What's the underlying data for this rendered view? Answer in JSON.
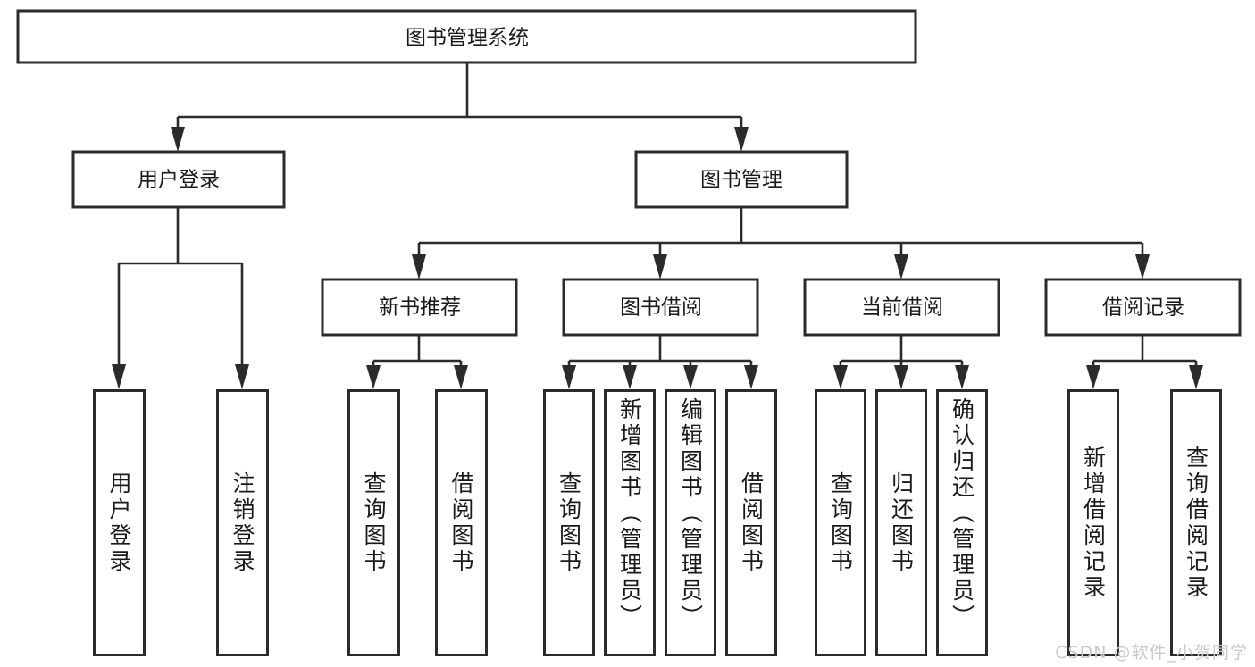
{
  "diagram": {
    "type": "tree",
    "title": "图书管理系统",
    "watermark": "CSDN @软件_小贺同学",
    "colors": {
      "stroke": "#2b2b2b",
      "fill": "#ffffff",
      "text": "#1a1a1a",
      "watermark": "#c9c9c9"
    },
    "root": {
      "label": "图书管理系统"
    },
    "level2": [
      {
        "label": "用户登录"
      },
      {
        "label": "图书管理"
      }
    ],
    "level3": [
      {
        "label": "新书推荐"
      },
      {
        "label": "图书借阅"
      },
      {
        "label": "当前借阅"
      },
      {
        "label": "借阅记录"
      }
    ],
    "leaves": {
      "user_login": [
        {
          "label": "用户登录"
        },
        {
          "label": "注销登录"
        }
      ],
      "new_book": [
        {
          "label": "查询图书"
        },
        {
          "label": "借阅图书"
        }
      ],
      "book_borrow": [
        {
          "label": "查询图书"
        },
        {
          "label": "新增图书（管理员）"
        },
        {
          "label": "编辑图书（管理员）"
        },
        {
          "label": "借阅图书"
        }
      ],
      "current_borrow": [
        {
          "label": "查询图书"
        },
        {
          "label": "归还图书"
        },
        {
          "label": "确认归还（管理员）"
        }
      ],
      "borrow_record": [
        {
          "label": "新增借阅记录"
        },
        {
          "label": "查询借阅记录"
        }
      ]
    }
  }
}
